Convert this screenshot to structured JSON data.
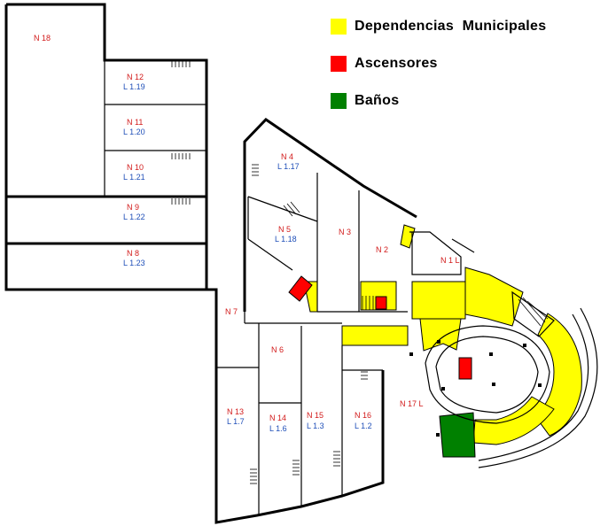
{
  "legend": [
    {
      "label": "Dependencias  Municipales",
      "color": "#ffff00"
    },
    {
      "label": "Ascensores",
      "color": "#ff0000"
    },
    {
      "label": "Baños",
      "color": "#008000"
    }
  ],
  "rooms": {
    "n18": {
      "name": "N 18"
    },
    "n12": {
      "name": "N 12",
      "local": "L 1.19"
    },
    "n11": {
      "name": "N 11",
      "local": "L 1.20"
    },
    "n10": {
      "name": "N 10",
      "local": "L 1.21"
    },
    "n9": {
      "name": "N 9",
      "local": "L 1.22"
    },
    "n8": {
      "name": "N 8",
      "local": "L 1.23"
    },
    "n4": {
      "name": "N 4",
      "local": "L 1.17"
    },
    "n5": {
      "name": "N 5",
      "local": "L 1.18"
    },
    "n3": {
      "name": "N 3"
    },
    "n2": {
      "name": "N 2"
    },
    "n1": {
      "name": "N 1 L"
    },
    "n7": {
      "name": "N 7"
    },
    "n6": {
      "name": "N 6"
    },
    "n13": {
      "name": "N 13",
      "local": "L 1.7"
    },
    "n14": {
      "name": "N 14",
      "local": "L 1.6"
    },
    "n15": {
      "name": "N 15",
      "local": "L 1.3"
    },
    "n16": {
      "name": "N 16",
      "local": "L 1.2"
    },
    "n17": {
      "name": "N 17 L"
    }
  },
  "colors": {
    "municipal": "#ffff00",
    "elevator": "#ff0000",
    "bathroom": "#008000",
    "room_name": "#d21a1a",
    "room_local": "#1f4fb8"
  }
}
